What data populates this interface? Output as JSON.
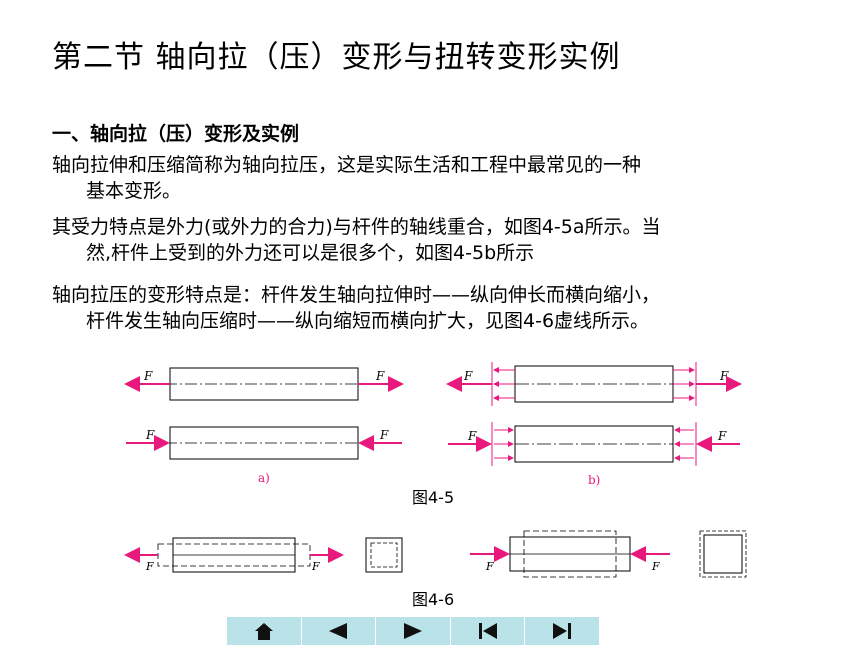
{
  "title": "第二节  轴向拉（压）变形与扭转变形实例",
  "section": {
    "heading": "一、轴向拉（压）变形及实例",
    "paragraphs": [
      {
        "line1": "轴向拉伸和压缩简称为轴向拉压，这是实际生活和工程中最常见的一种",
        "line2": "基本变形。"
      },
      {
        "line1": "其受力特点是外力(或外力的合力)与杆件的轴线重合，如图4-5a所示。当",
        "line2": "然,杆件上受到的外力还可以是很多个，如图4-5b所示"
      },
      {
        "line1": "轴向拉压的变形特点是：杆件发生轴向拉伸时——纵向伸长而横向缩小，",
        "line2": "杆件发生轴向压缩时——纵向缩短而横向扩大，见图4-6虚线所示。"
      }
    ]
  },
  "figure_4_5": {
    "caption": "图4-5",
    "sub_a": "a)",
    "sub_b": "b)",
    "force_label": "F"
  },
  "figure_4_6": {
    "caption": "图4-6",
    "force_label": "F"
  },
  "colors": {
    "force": "#e8197d",
    "outline": "#000000",
    "nav_bg": "#b9e2e9",
    "nav_icon": "#111111"
  },
  "nav": {
    "icons": [
      "home-icon",
      "previous-icon",
      "next-icon",
      "first-icon",
      "last-icon"
    ]
  }
}
